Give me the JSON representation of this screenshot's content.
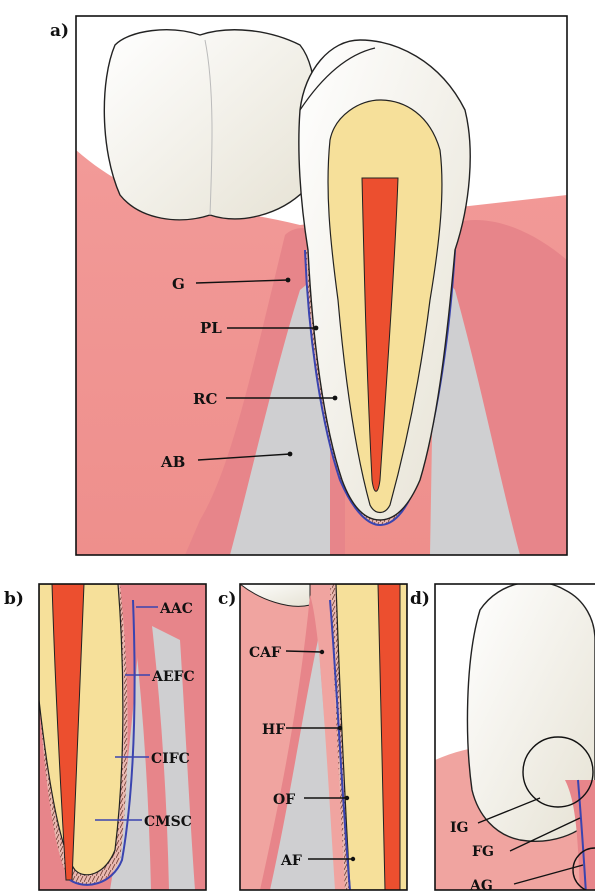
{
  "panels": {
    "a": {
      "label": "a)",
      "callouts": [
        "G",
        "PL",
        "RC",
        "AB"
      ]
    },
    "b": {
      "label": "b)",
      "callouts": [
        "AAC",
        "AEFC",
        "CIFC",
        "CMSC"
      ]
    },
    "c": {
      "label": "c)",
      "callouts": [
        "CAF",
        "HF",
        "OF",
        "AF"
      ]
    },
    "d": {
      "label": "d)",
      "callouts": [
        "IG",
        "FG",
        "AG"
      ]
    }
  },
  "colors": {
    "gingiva": "#f0a4a0",
    "gingiva_dark": "#d2706e",
    "bone": "#cfcfd1",
    "dentin": "#f6e09a",
    "pulp": "#ec4f2f",
    "enamel": "#f4f1e6",
    "ligament_line": "#3a44b0",
    "frame": "#111111"
  }
}
